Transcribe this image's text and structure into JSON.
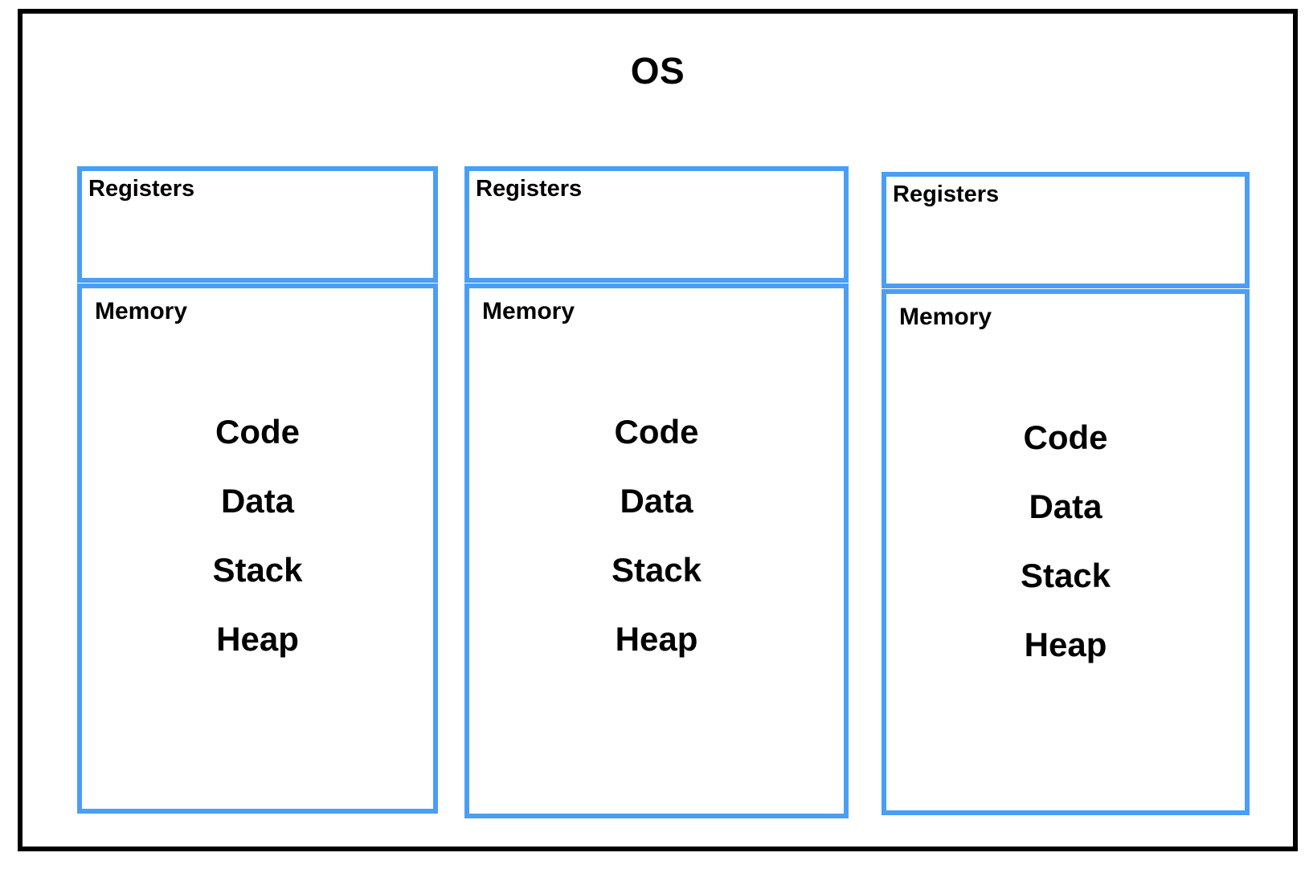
{
  "diagram": {
    "title": "OS",
    "colors": {
      "process_border": "#4A9EF5",
      "outer_border": "#000000",
      "text": "#000000",
      "background": "#FFFFFF"
    },
    "processes": [
      {
        "registers_label": "Registers",
        "memory_label": "Memory",
        "segments": [
          "Code",
          "Data",
          "Stack",
          "Heap"
        ]
      },
      {
        "registers_label": "Registers",
        "memory_label": "Memory",
        "segments": [
          "Code",
          "Data",
          "Stack",
          "Heap"
        ]
      },
      {
        "registers_label": "Registers",
        "memory_label": "Memory",
        "segments": [
          "Code",
          "Data",
          "Stack",
          "Heap"
        ]
      }
    ]
  }
}
